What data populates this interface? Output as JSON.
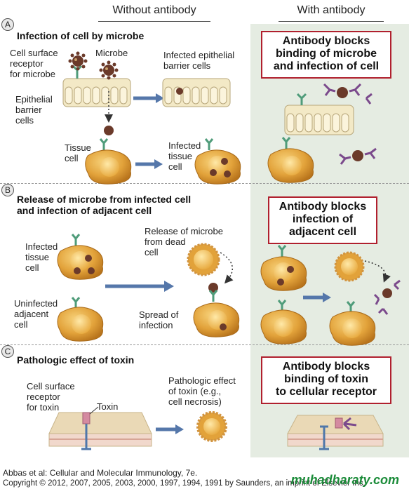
{
  "headers": {
    "without": "Without antibody",
    "with": "With antibody"
  },
  "sections": {
    "a": {
      "letter": "A",
      "title": "Infection of cell by microbe"
    },
    "b": {
      "letter": "B",
      "title_line1": "Release of microbe from infected cell",
      "title_line2": "and infection of adjacent cell"
    },
    "c": {
      "letter": "C",
      "title": "Pathologic effect of toxin"
    }
  },
  "labels": {
    "receptor_microbe": [
      "Cell surface",
      "receptor",
      "for microbe"
    ],
    "microbe": "Microbe",
    "infected_epithelial": [
      "Infected epithelial",
      "barrier cells"
    ],
    "epithelial_barrier": [
      "Epithelial",
      "barrier",
      "cells"
    ],
    "tissue_cell": [
      "Tissue",
      "cell"
    ],
    "infected_tissue_cell": [
      "Infected",
      "tissue",
      "cell"
    ],
    "b_infected_tissue": [
      "Infected",
      "tissue",
      "cell"
    ],
    "release_microbe": [
      "Release of microbe",
      "from dead",
      "cell"
    ],
    "uninfected": [
      "Uninfected",
      "adjacent",
      "cell"
    ],
    "spread": [
      "Spread of",
      "infection"
    ],
    "receptor_toxin": [
      "Cell surface",
      "receptor",
      "for toxin"
    ],
    "toxin": "Toxin",
    "pathologic_effect": [
      "Pathologic effect",
      "of toxin (e.g.,",
      "cell necrosis)"
    ]
  },
  "boxes": {
    "a": [
      "Antibody blocks",
      "binding of microbe",
      "and infection of cell"
    ],
    "b": [
      "Antibody blocks",
      "infection of",
      "adjacent cell"
    ],
    "c": [
      "Antibody blocks",
      "binding of toxin",
      "to cellular receptor"
    ]
  },
  "footer": {
    "line1": "Abbas et al: Cellular and Molecular Immunology, 7e.",
    "line2": "Copyright © 2012, 2007, 2005, 2003, 2000, 1997, 1994, 1991 by Saunders, an imprint of Elsevier Inc."
  },
  "watermark": "muhadharaty.com",
  "colors": {
    "right_panel": "#e5ece2",
    "box_border": "#b0202e",
    "cell": "#e2a23a",
    "microbe": "#6b3a2a",
    "antibody": "#7b4a8c",
    "receptor": "#4f9c7a",
    "arrow": "#5577aa"
  }
}
